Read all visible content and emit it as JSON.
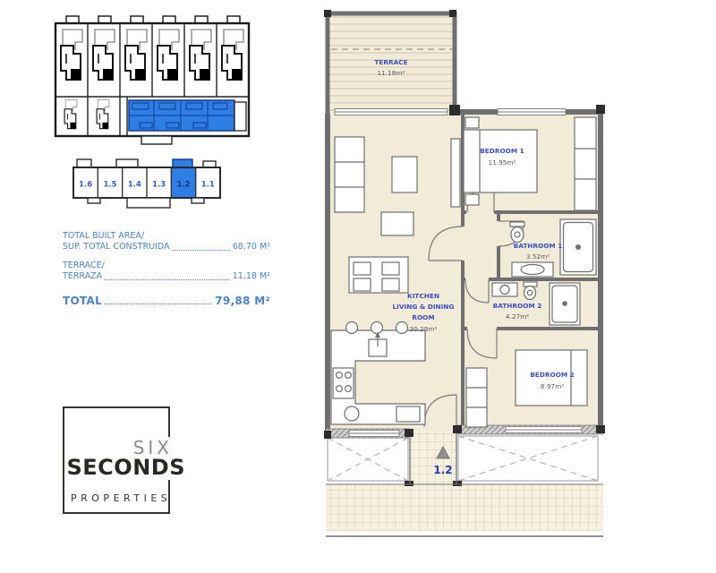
{
  "unit_selector": {
    "units": [
      "1.6",
      "1.5",
      "1.4",
      "1.3",
      "1.2",
      "1.1"
    ],
    "selected": "1.2"
  },
  "summary": {
    "row1_line1": "TOTAL BUILT AREA/",
    "row1_line2": "SUP. TOTAL CONSTRUIDA",
    "row1_value": "68,70 M²",
    "row2_line1": "TERRACE/",
    "row2_line2": "TERRAZA",
    "row2_value": "11,18 M²",
    "total_label": "TOTAL",
    "total_value": "79,88 M²"
  },
  "logo": {
    "six": "SIX",
    "seconds": "SECONDS",
    "properties": "PROPERTIES"
  },
  "plan": {
    "terrace_name": "TERRACE",
    "terrace_area": "11.18m²",
    "bedroom1_name": "BEDROOM 1",
    "bedroom1_area": "11.95m²",
    "bathroom1_name": "BATHROOM 1",
    "bathroom1_area": "3.52m²",
    "bathroom2_name": "BATHROOM 2",
    "bathroom2_area": "4.27m²",
    "kitchen_line1": "KITCHEN",
    "kitchen_line2": "LIVING & DINING",
    "kitchen_line3": "ROOM",
    "kitchen_area": "30.29m²",
    "bedroom2_name": "BEDROOM 2",
    "bedroom2_area": "8.97m²",
    "unit_marker": "1.2"
  },
  "colors": {
    "highlight_blue": "#2e7ee4",
    "label_blue": "#3a4ec6",
    "summary_blue": "#4b83c6",
    "floor_beige": "#f1ebd8"
  }
}
